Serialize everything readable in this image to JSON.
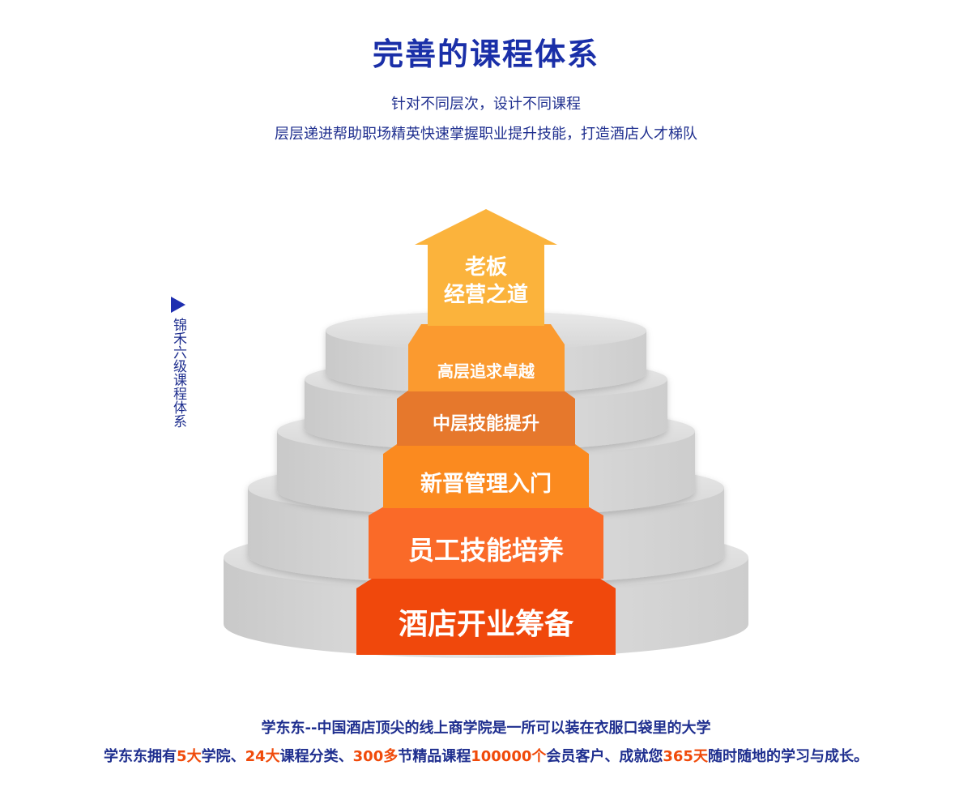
{
  "header": {
    "title": "完善的课程体系",
    "subtitle1": "针对不同层次，设计不同课程",
    "subtitle2": "层层递进帮助职场精英快速掌握职业提升技能，打造酒店人才梯队"
  },
  "side": {
    "label": "锦禾六级课程体系",
    "arrow_color": "#1f2fb0"
  },
  "levels": {
    "l1": "酒店开业筹备",
    "l2": "员工技能培养",
    "l3": "新晋管理入门",
    "l4": "中层技能提升",
    "l5": "高层追求卓越",
    "l6_line1": "老板",
    "l6_line2": "经营之道"
  },
  "colors": {
    "l1": "#f0480c",
    "l2": "#fa6a28",
    "l3": "#fb8a1f",
    "l4": "#e6782c",
    "l5": "#fb9a2f",
    "l6": "#fbb33c",
    "tier": "#dadada",
    "text_blue": "#1f2f8f",
    "highlight": "#f04a0a"
  },
  "footer": {
    "line1": "学东东--中国酒店顶尖的线上商学院是一所可以装在衣服口袋里的大学",
    "l2_a": "学东东拥有",
    "l2_b": "5大",
    "l2_c": "学院、",
    "l2_d": "24大",
    "l2_e": "课程分类、",
    "l2_f": "300多",
    "l2_g": "节精品课程",
    "l2_h": "100000个",
    "l2_i": "会员客户、成就您",
    "l2_j": "365天",
    "l2_k": "随时随地的学习与成长。"
  }
}
